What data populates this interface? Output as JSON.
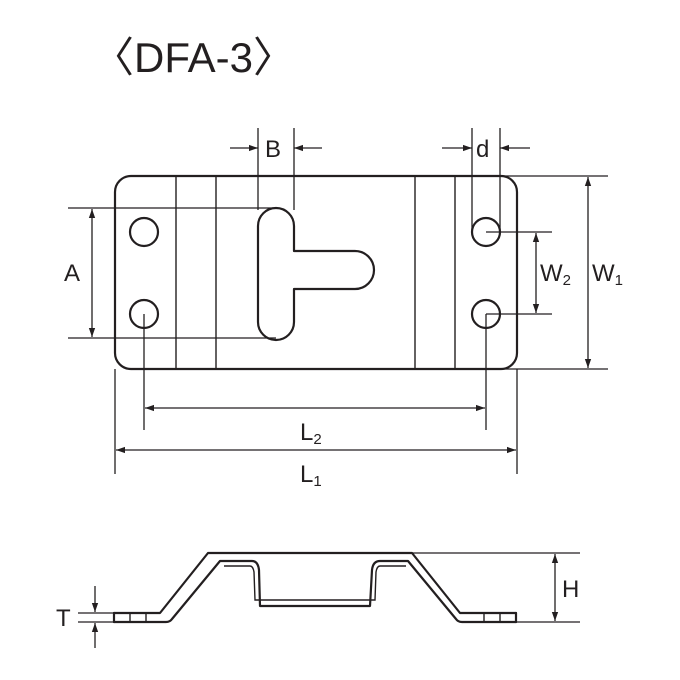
{
  "title": "〈DFA-3〉",
  "dimensions": {
    "B": "B",
    "d": "d",
    "A": "A",
    "W2": {
      "main": "W",
      "sub": "2"
    },
    "W1": {
      "main": "W",
      "sub": "1"
    },
    "L2": {
      "main": "L",
      "sub": "2"
    },
    "L1": {
      "main": "L",
      "sub": "1"
    },
    "T": "T",
    "H": "H"
  }
}
